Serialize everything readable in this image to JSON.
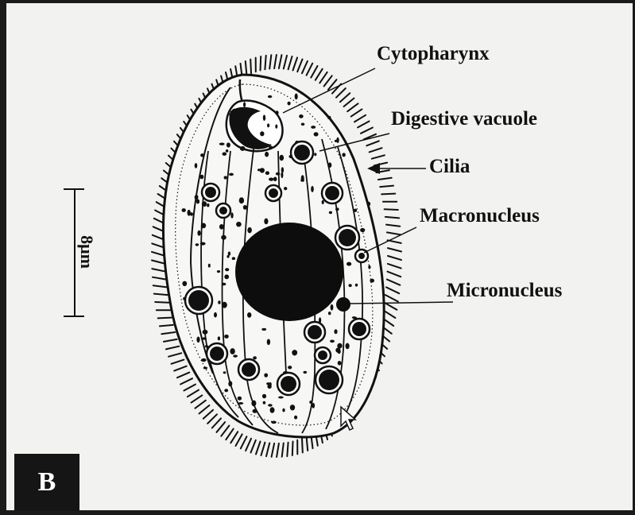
{
  "panel_letter": "B",
  "scale_bar": {
    "label": "8μm"
  },
  "labels": {
    "cytopharynx": "Cytopharynx",
    "digestive_vacuole": "Digestive vacuole",
    "cilia": "Cilia",
    "macronucleus": "Macronucleus",
    "micronucleus": "Micronucleus"
  },
  "colors": {
    "background": "#f2f2f0",
    "border": "#1b1b1b",
    "ink": "#111111"
  }
}
